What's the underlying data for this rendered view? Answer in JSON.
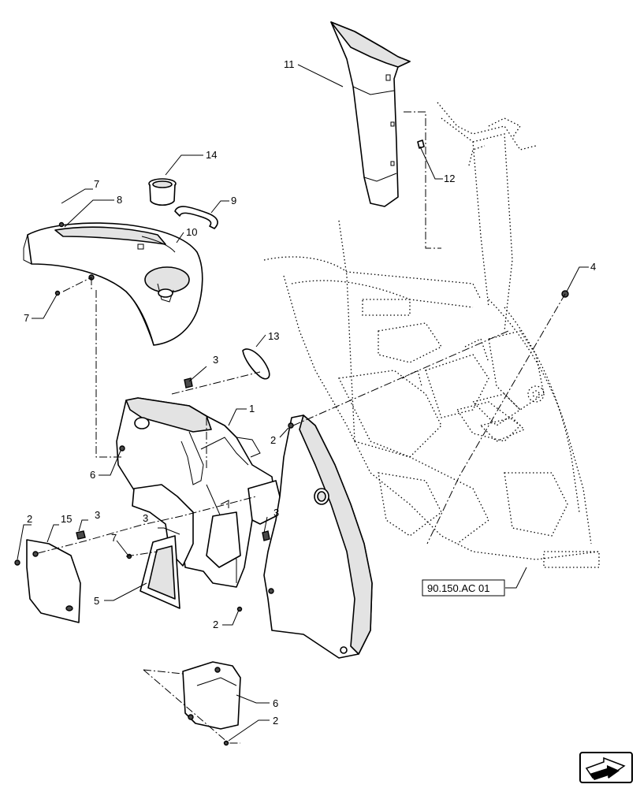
{
  "callouts": [
    {
      "id": "c1",
      "text": "1"
    },
    {
      "id": "c2a",
      "text": "2"
    },
    {
      "id": "c2b",
      "text": "2"
    },
    {
      "id": "c2c",
      "text": "2"
    },
    {
      "id": "c2d",
      "text": "2"
    },
    {
      "id": "c3a",
      "text": "3"
    },
    {
      "id": "c3b",
      "text": "3"
    },
    {
      "id": "c3c",
      "text": "3"
    },
    {
      "id": "c3d",
      "text": "3"
    },
    {
      "id": "c4",
      "text": "4"
    },
    {
      "id": "c5",
      "text": "5"
    },
    {
      "id": "c6a",
      "text": "6"
    },
    {
      "id": "c6b",
      "text": "6"
    },
    {
      "id": "c7a",
      "text": "7"
    },
    {
      "id": "c7b",
      "text": "7"
    },
    {
      "id": "c7c",
      "text": "7"
    },
    {
      "id": "c8",
      "text": "8"
    },
    {
      "id": "c9",
      "text": "9"
    },
    {
      "id": "c10",
      "text": "10"
    },
    {
      "id": "c11",
      "text": "11"
    },
    {
      "id": "c12",
      "text": "12"
    },
    {
      "id": "c13",
      "text": "13"
    },
    {
      "id": "c14",
      "text": "14"
    },
    {
      "id": "c15",
      "text": "15"
    }
  ],
  "reference": {
    "label": "90.150.AC 01"
  },
  "nav_icon": {
    "name": "next-page-arrow-icon"
  }
}
